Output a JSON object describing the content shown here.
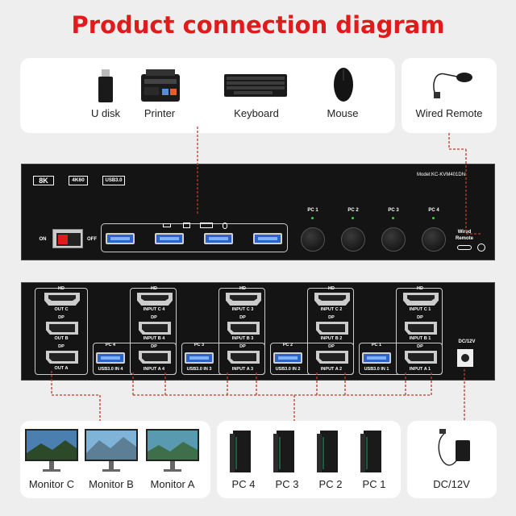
{
  "title": "Product connection diagram",
  "peripherals": {
    "u_disk": "U disk",
    "printer": "Printer",
    "keyboard": "Keyboard",
    "mouse": "Mouse",
    "wired_remote": "Wired Remote"
  },
  "front_panel": {
    "badge_8k": "8K",
    "badge_4k60": "4K60",
    "badge_usb": "USB3.0",
    "model": "Model:KC-KVM401DN",
    "switch_on": "ON",
    "switch_off": "OFF",
    "pc_buttons": [
      "PC 1",
      "PC 2",
      "PC 3",
      "PC 4"
    ],
    "wired_remote_port": "Wired Remote"
  },
  "back_panel": {
    "out_col": [
      "HD",
      "OUT C",
      "DP",
      "OUT B",
      "DP",
      "OUT A"
    ],
    "inputs": [
      {
        "hd": "HD",
        "hd_lbl": "INPUT C 4",
        "dp1": "DP",
        "dp1_lbl": "INPUT B 4",
        "pc": "PC 4",
        "dp2": "DP",
        "usb_lbl": "USB3.0 IN 4",
        "dp2_lbl": "INPUT A 4"
      },
      {
        "hd": "HD",
        "hd_lbl": "INPUT C 3",
        "dp1": "DP",
        "dp1_lbl": "INPUT B 3",
        "pc": "PC 3",
        "dp2": "DP",
        "usb_lbl": "USB3.0 IN 3",
        "dp2_lbl": "INPUT A 3"
      },
      {
        "hd": "HD",
        "hd_lbl": "INPUT C 2",
        "dp1": "DP",
        "dp1_lbl": "INPUT B 2",
        "pc": "PC 2",
        "dp2": "DP",
        "usb_lbl": "USB3.0 IN 2",
        "dp2_lbl": "INPUT A 2"
      },
      {
        "hd": "HD",
        "hd_lbl": "INPUT C 1",
        "dp1": "DP",
        "dp1_lbl": "INPUT B 1",
        "pc": "PC 1",
        "dp2": "DP",
        "usb_lbl": "USB3.0 IN 1",
        "dp2_lbl": "INPUT A 1"
      }
    ],
    "dc_label": "DC/12V"
  },
  "monitors": [
    "Monitor C",
    "Monitor B",
    "Monitor A"
  ],
  "pcs": [
    "PC 4",
    "PC 3",
    "PC 2",
    "PC 1"
  ],
  "power": "DC/12V",
  "colors": {
    "title": "#e01b1b",
    "line": "#c0392b",
    "usb": "#2d63c8"
  }
}
